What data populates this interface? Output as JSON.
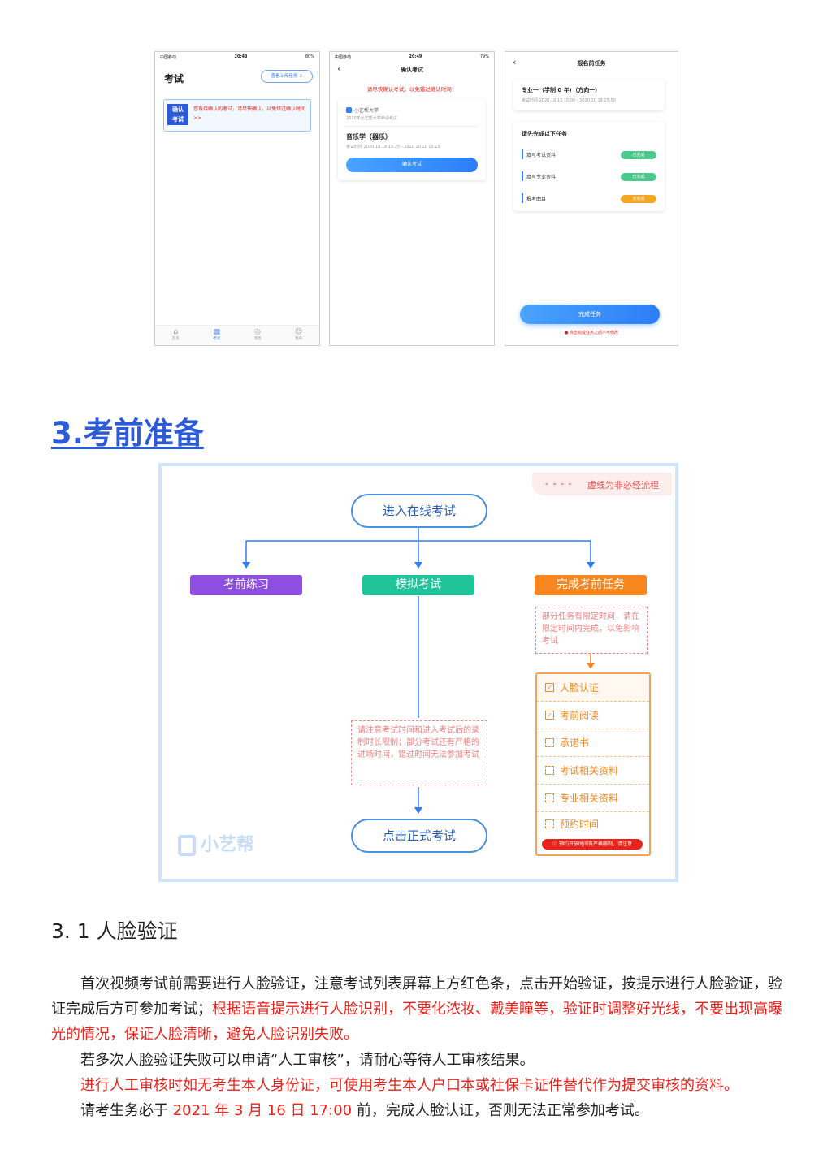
{
  "phones": {
    "p1": {
      "carrier": "中国移动",
      "time": "20:48",
      "battery": "80%",
      "title": "考试",
      "upload_button": "查看上传任务",
      "notice_badge": [
        "确认",
        "考试"
      ],
      "notice_text": "您有待确认的考试，请尽快确认，以免错过确认时间 >>",
      "tabs": [
        "首页",
        "考试",
        "消息",
        "我的"
      ]
    },
    "p2": {
      "carrier": "中国移动",
      "time": "20:49",
      "battery": "79%",
      "title": "确认考试",
      "warning": "请尽快确认考试，以免错过确认时间！",
      "school": "小艺帮大学",
      "school_sub": "2020年小艺帮大学申请考试",
      "exam_name": "音乐学（器乐）",
      "exam_time": "考试时间  2020.10.18 15:25 - 2020.10.20 15:25",
      "confirm_button": "确认考试"
    },
    "p3": {
      "title": "报名前任务",
      "major": "专业一（学制 0 年）（方向一）",
      "major_time": "考试时间 2020.10.13 15:00 - 2020.10.18 15:50",
      "task_header": "请先完成以下任务",
      "tasks": [
        {
          "label": "填写考试资料",
          "status": "已完成",
          "color": "#4cc98c"
        },
        {
          "label": "填写专业资料",
          "status": "已完成",
          "color": "#4cc98c"
        },
        {
          "label": "报考曲目",
          "status": "去完成",
          "color": "#f5a623"
        }
      ],
      "complete_button": "完成任务",
      "complete_note": "点击完成任务之后不可修改"
    }
  },
  "section": {
    "heading": "3.考前准备",
    "subheading": "3. 1  人脸验证"
  },
  "flow": {
    "legend_dash": "- - - -",
    "legend_text": "虚线为非必经流程",
    "start": "进入在线考试",
    "branches": [
      {
        "label": "考前练习",
        "color": "#8e4fe0"
      },
      {
        "label": "模拟考试",
        "color": "#1fc49a"
      },
      {
        "label": "完成考前任务",
        "color": "#f7861e"
      }
    ],
    "task_note": "部分任务有限定时间，请在限定时间内完成，以免影响考试",
    "mock_note": "请注意考试时间和进入考试后的录制时长限制；部分考试还有严格的进场时间，错过时间无法参加考试",
    "end": "点击正式考试",
    "tasks": [
      {
        "label": "人脸认证",
        "done": true
      },
      {
        "label": "考前阅读",
        "done": true
      },
      {
        "label": "承诺书",
        "done": false
      },
      {
        "label": "考试相关资料",
        "done": false
      },
      {
        "label": "专业相关资料",
        "done": false
      },
      {
        "label": "预约时间",
        "done": false
      }
    ],
    "tasks_footer": "预约开放时间有严格限制，请注意",
    "watermark": "小艺帮"
  },
  "body": {
    "p1_a": "首次视频考试前需要进行人脸验证，注意考试列表屏幕上方红色条，点击开始验证，按提示进行人脸验证，验证完成后方可参加考试；",
    "p1_b": "根据语音提示进行人脸识别，不要化浓妆、戴美瞳等，验证时调整好光线，不要出现高曝光的情况，保证人脸清晰，避免人脸识别失败。",
    "p2": "若多次人脸验证失败可以申请“人工审核”，请耐心等待人工审核结果。",
    "p3": "进行人工审核时如无考生本人身份证，可使用考生本人户口本或社保卡证件替代作为提交审核的资料。",
    "p4_a": "请考生务必于 ",
    "p4_b": "2021 年 3 月 16 日 17:00",
    "p4_c": " 前，完成人脸认证，否则无法正常参加考试。"
  }
}
